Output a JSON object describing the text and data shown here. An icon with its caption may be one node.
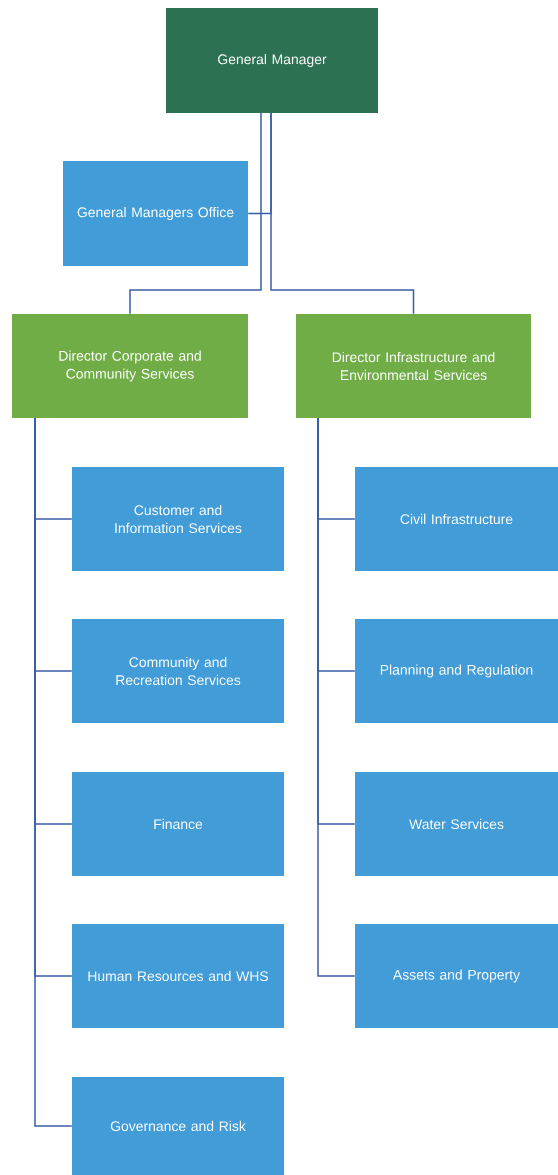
{
  "diagram": {
    "nodes": [
      {
        "text": [
          "General Manager"
        ]
      },
      {
        "text": [
          "General Managers Office"
        ]
      },
      {
        "text": [
          "Director Corporate and Community Services"
        ]
      },
      {
        "text": [
          "Director Infrastructure and Environmental Services"
        ]
      },
      {
        "text": [
          "Customer and Information Services"
        ]
      },
      {
        "text": [
          "Community and Recreation Services"
        ]
      },
      {
        "text": [
          "Finance"
        ]
      },
      {
        "text": [
          "Human Resources and WHS"
        ]
      },
      {
        "text": [
          "Governance and Risk"
        ]
      },
      {
        "text": [
          "Civil Infrastructure"
        ]
      },
      {
        "text": [
          "Planning and Regulation"
        ]
      },
      {
        "text": [
          "Water Services"
        ]
      },
      {
        "text": [
          "Assets and Property"
        ]
      }
    ],
    "edges": [
      {
        "from": 0,
        "to": 1,
        "arrow": "none"
      },
      {
        "from": 0,
        "to": 2,
        "arrow": "none"
      },
      {
        "from": 0,
        "to": 3,
        "arrow": "none"
      },
      {
        "from": 2,
        "to": 4,
        "arrow": "none"
      },
      {
        "from": 2,
        "to": 5,
        "arrow": "none"
      },
      {
        "from": 2,
        "to": 6,
        "arrow": "none"
      },
      {
        "from": 2,
        "to": 7,
        "arrow": "none"
      },
      {
        "from": 2,
        "to": 8,
        "arrow": "none"
      },
      {
        "from": 3,
        "to": 9,
        "arrow": "none"
      },
      {
        "from": 3,
        "to": 10,
        "arrow": "none"
      },
      {
        "from": 3,
        "to": 11,
        "arrow": "none"
      },
      {
        "from": 3,
        "to": 12,
        "arrow": "none"
      }
    ]
  }
}
